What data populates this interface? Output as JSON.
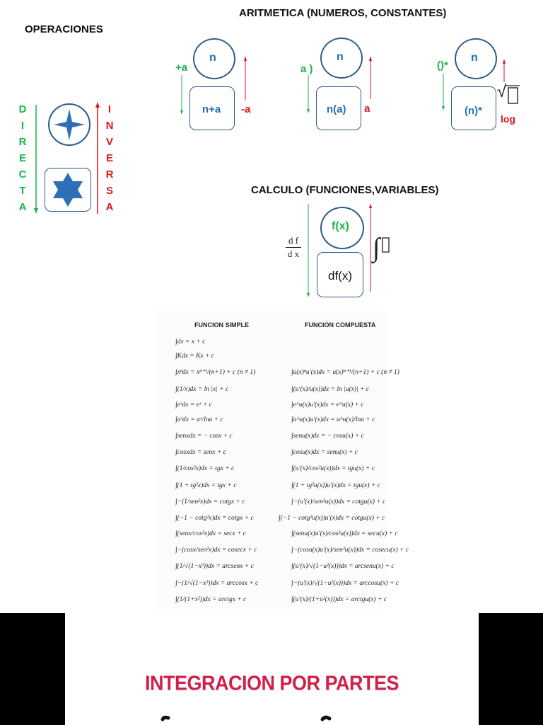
{
  "operaciones": {
    "title": "OPERACIONES",
    "directa_letters": [
      "D",
      "I",
      "R",
      "E",
      "C",
      "T",
      "A"
    ],
    "inversa_letters": [
      "I",
      "N",
      "V",
      "E",
      "R",
      "S",
      "A"
    ]
  },
  "aritmetica": {
    "title": "ARITMETICA (NUMEROS, CONSTANTES)",
    "groups": [
      {
        "circle": "n",
        "box": "n+a",
        "direct": "+a",
        "inverse": "-a"
      },
      {
        "circle": "n",
        "box": "n(a)",
        "direct": "a )",
        "inverse": "a"
      },
      {
        "circle": "n",
        "box": "(n)*",
        "direct": "()*",
        "inverse_root": "√",
        "inverse": "log"
      }
    ]
  },
  "calculo": {
    "title": "CALCULO (FUNCIONES,VARIABLES)",
    "circle": "f(x)",
    "box": "df(x)",
    "deriv_num": "d f",
    "deriv_den": "d x",
    "integral": "∫"
  },
  "tabla": {
    "col_simple": "FUNCION SIMPLE",
    "col_compuesta": "FUNCIÓN COMPUESTA",
    "simple": [
      "∫dx = x + c",
      "∫Kdx = Kx + c",
      "∫xⁿdx = xⁿ⁺¹/(n+1) + c  (n ≠ 1)",
      "∫(1/x)dx = ln |x| + c",
      "∫eˣdx = eˣ + c",
      "∫aˣdx = aˣ/lna + c",
      "∫senxdx = − cosx + c",
      "∫cosxdx = senx + c",
      "∫(1/cos²x)dx = tgx + c",
      "∫(1 + tg²x)dx = tgx + c",
      "∫−(1/sen²x)dx = cotgx + c",
      "∫(−1 − cotg²x)dx = cotgx + c",
      "∫(senx/cos²x)dx = secx + c",
      "∫−(cosx/sen²x)dx = cosecx + c",
      "∫(1/√(1−x²))dx = arcsenx + c",
      "∫−(1/√(1−x²))dx = arccosx + c",
      "∫(1/(1+x²))dx = arctgx + c"
    ],
    "compuesta": [
      "",
      "",
      "∫u(x)ⁿu′(x)dx = u(x)ⁿ⁺¹/(n+1) + c  (n ≠ 1)",
      "∫(u′(x)/u(x))dx = ln |u(x)| + c",
      "∫e^u(x)u′(x)dx = e^u(x) + c",
      "∫a^u(x)u′(x)dx = a^u(x)/lna + c",
      "∫senu(x)dx = − cosu(x) + c",
      "∫cosu(x)dx = senu(x) + c",
      "∫(u′(x)/cos²u(x))dx = tgu(x) + c",
      "∫(1 + tg²u(x))u′(x)dx = tgu(x) + c",
      "∫−(u′(x)/sen²u(x))dx = cotgu(x) + c",
      "∫(−1 − cotg²u(x))u′(x)dx = cotgu(x) + c",
      "∫(senu(x)u′(x)/cos²u(x))dx = secu(x) + c",
      "∫−(cosu(x)u′(x)/sen²u(x))dx = cosecu(x) + c",
      "∫(u′(x)/√(1−u²(x)))dx = arcsenu(x) + c",
      "∫−(u′(x)/√(1−u²(x)))dx = arccosu(x) + c",
      "∫(u′(x)/(1+u²(x)))dx = arctgu(x) + c"
    ]
  },
  "slide2": {
    "title": "INTEGRACION POR PARTES",
    "title_color": "#d11f46"
  },
  "colors": {
    "blue": "#1f6fb5",
    "green": "#1ab34d",
    "red": "#e0141e",
    "border": "#2e5c8a"
  }
}
